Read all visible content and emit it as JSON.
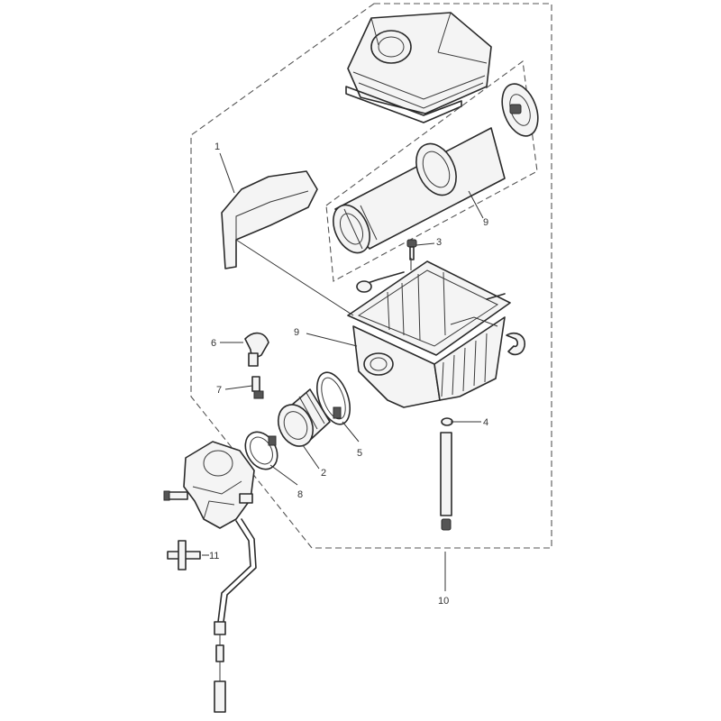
{
  "callouts": [
    {
      "id": "c1",
      "text": "1"
    },
    {
      "id": "c2",
      "text": "2"
    },
    {
      "id": "c3",
      "text": "3"
    },
    {
      "id": "c4",
      "text": "4"
    },
    {
      "id": "c5",
      "text": "5"
    },
    {
      "id": "c6",
      "text": "6"
    },
    {
      "id": "c7",
      "text": "7"
    },
    {
      "id": "c8",
      "text": "8"
    },
    {
      "id": "c9a",
      "text": "9"
    },
    {
      "id": "c9b",
      "text": "9"
    },
    {
      "id": "c10",
      "text": "10"
    },
    {
      "id": "c11",
      "text": "11"
    }
  ]
}
